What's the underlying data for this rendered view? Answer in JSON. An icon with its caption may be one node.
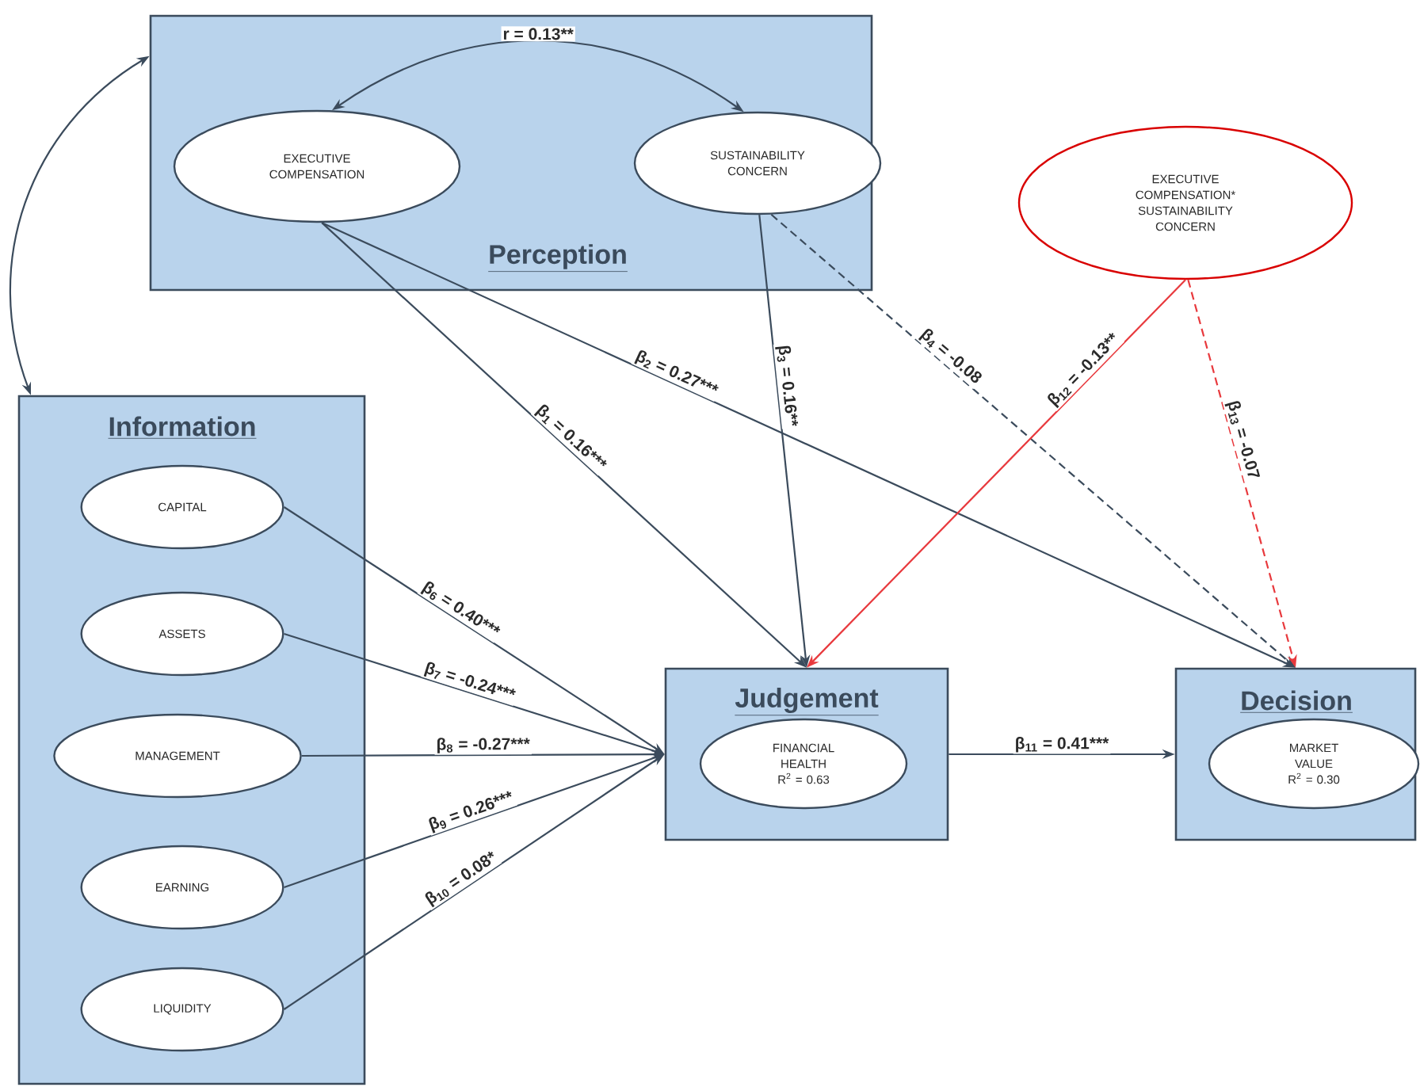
{
  "diagram": {
    "nodes": [
      {
        "text": [
          "Perception"
        ]
      },
      {
        "text": [
          "EXECUTIVE COMPENSATION"
        ],
        "in": 0
      },
      {
        "text": [
          "SUSTAINABILITY CONCERN"
        ],
        "in": 0
      },
      {
        "text": [
          "EXECUTIVE COMPENSATION* SUSTAINABILITY CONCERN"
        ]
      },
      {
        "text": [
          "Information"
        ]
      },
      {
        "text": [
          "CAPITAL"
        ],
        "in": 4
      },
      {
        "text": [
          "ASSETS"
        ],
        "in": 4
      },
      {
        "text": [
          "MANAGEMENT"
        ],
        "in": 4
      },
      {
        "text": [
          "EARNING"
        ],
        "in": 4
      },
      {
        "text": [
          "LIQUIDITY"
        ],
        "in": 4
      },
      {
        "text": [
          "Judgement"
        ]
      },
      {
        "text": [
          "FINANCIAL HEALTH",
          "R$^{2}$ = 0.63"
        ],
        "in": 10
      },
      {
        "text": [
          "Decision"
        ]
      },
      {
        "text": [
          "MARKET VALUE",
          "R$^{2}$ = 0.30"
        ],
        "in": 12
      }
    ],
    "edges": [
      {
        "from": 1,
        "to": 2,
        "arrow": "both",
        "label": "r = 0.13**"
      },
      {
        "from": 0,
        "to": 4,
        "arrow": "both"
      },
      {
        "from": 1,
        "to": 10,
        "arrow": "to",
        "label": "β$_{1}$ = 0.16***"
      },
      {
        "from": 1,
        "to": 12,
        "arrow": "to",
        "label": "β$_{2}$ = 0.27***"
      },
      {
        "from": 2,
        "to": 10,
        "arrow": "to",
        "label": "β$_{3}$ = 0.16**"
      },
      {
        "from": 2,
        "to": 12,
        "arrow": "to",
        "label": "β$_{4}$ = -0.08",
        "style": "dashed"
      },
      {
        "from": 3,
        "to": 10,
        "arrow": "to",
        "label": "β$_{12}$ = -0.13**",
        "color": "#e8393d"
      },
      {
        "from": 3,
        "to": 12,
        "arrow": "to",
        "label": "β$_{13}$ = -0.07",
        "style": "dashed",
        "color": "#e8393d"
      },
      {
        "from": 5,
        "to": 10,
        "arrow": "to",
        "label": "β$_{6}$ = 0.40***"
      },
      {
        "from": 6,
        "to": 10,
        "arrow": "to",
        "label": "β$_{7}$ = -0.24***"
      },
      {
        "from": 7,
        "to": 10,
        "arrow": "to",
        "label": "β$_{8}$ = -0.27***"
      },
      {
        "from": 8,
        "to": 10,
        "arrow": "to",
        "label": "β$_{9}$ = 0.26***"
      },
      {
        "from": 9,
        "to": 10,
        "arrow": "to",
        "label": "β$_{10}$ = 0.08*"
      },
      {
        "from": 10,
        "to": 12,
        "arrow": "to",
        "label": "β$_{11}$ = 0.41***"
      }
    ]
  }
}
